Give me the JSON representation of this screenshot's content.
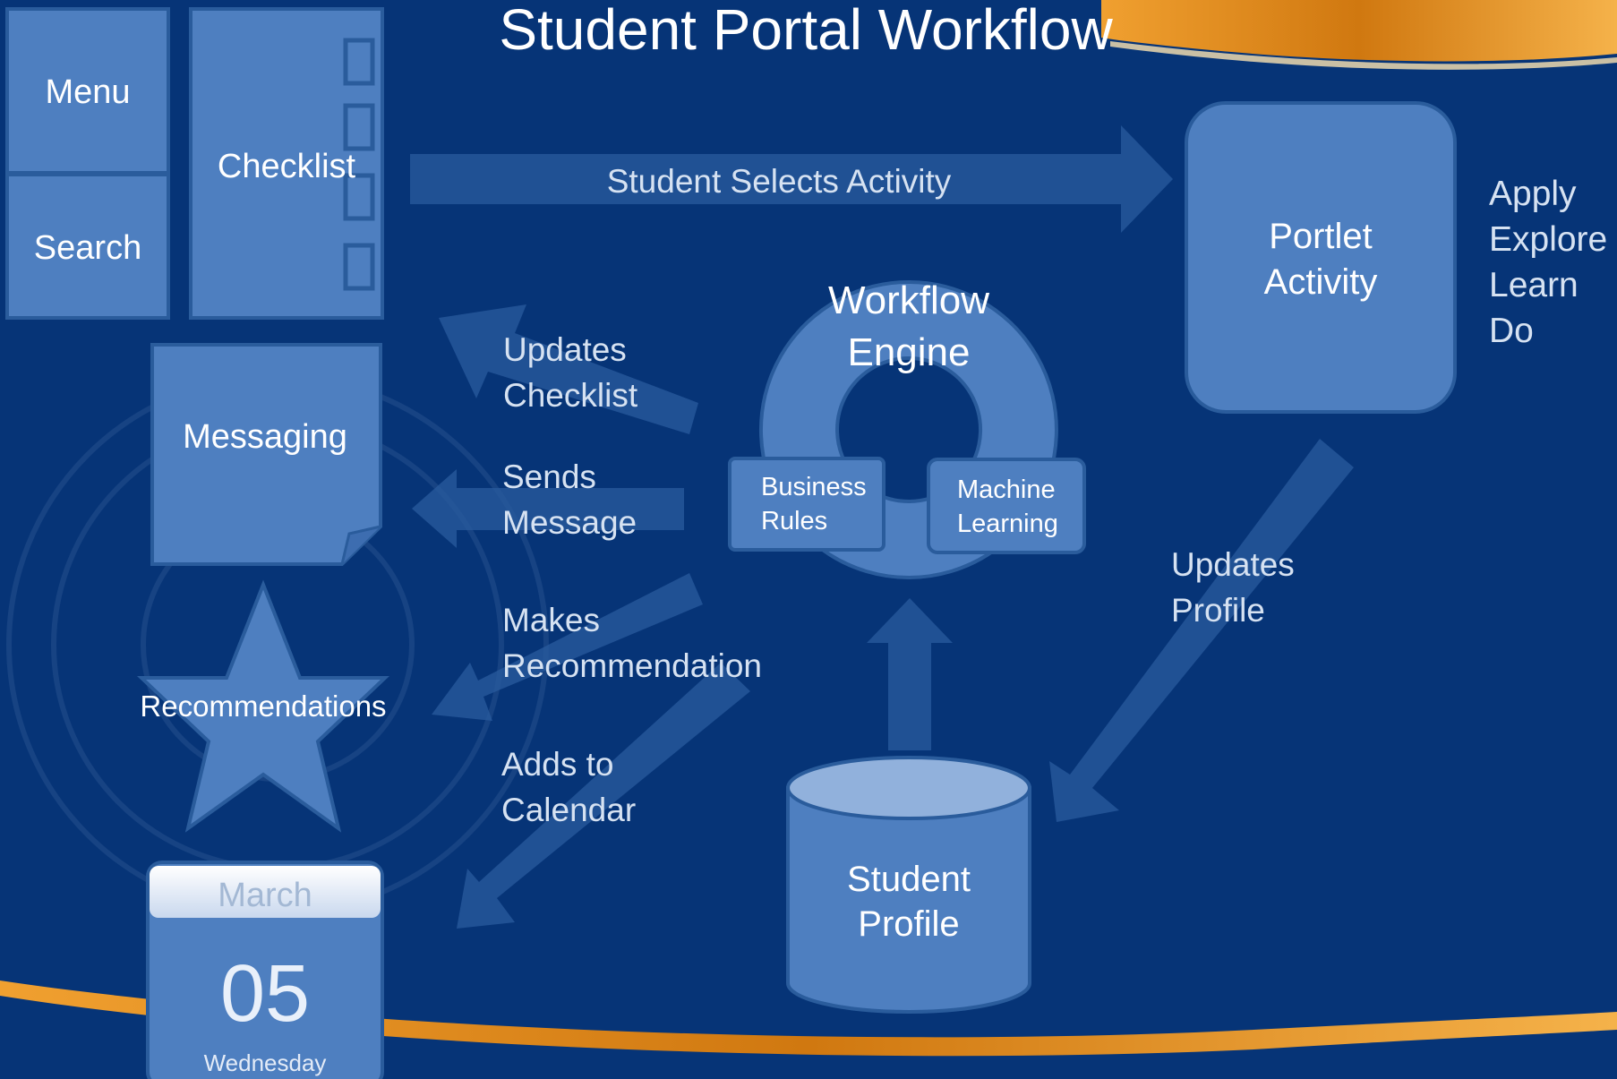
{
  "title": "Student Portal Workflow",
  "colors": {
    "background": "#063477",
    "tile": "#4e7fc0",
    "tile_border": "#2a5c9c",
    "arrow": "#2a5b9e",
    "accent_orange": "#d9861c",
    "text": "#ffffff"
  },
  "tiles": {
    "menu": "Menu",
    "search": "Search",
    "checklist": "Checklist",
    "messaging": "Messaging",
    "recommendations": "Recommendations"
  },
  "calendar": {
    "month": "March",
    "day": "05",
    "weekday": "Wednesday"
  },
  "engine": {
    "title_line1": "Workflow",
    "title_line2": "Engine",
    "rules_line1": "Business",
    "rules_line2": "Rules",
    "ml_line1": "Machine",
    "ml_line2": "Learning"
  },
  "portlet": {
    "line1": "Portlet",
    "line2": "Activity"
  },
  "portlet_actions": [
    "Apply",
    "Explore",
    "Learn",
    "Do"
  ],
  "profile": {
    "line1": "Student",
    "line2": "Profile"
  },
  "flows": {
    "selects": "Student Selects Activity",
    "updates_checklist": [
      "Updates",
      "Checklist"
    ],
    "sends_message": [
      "Sends",
      "Message"
    ],
    "makes_recommendation": [
      "Makes",
      "Recommendation"
    ],
    "adds_calendar": [
      "Adds to",
      "Calendar"
    ],
    "updates_profile": [
      "Updates",
      "Profile"
    ]
  }
}
